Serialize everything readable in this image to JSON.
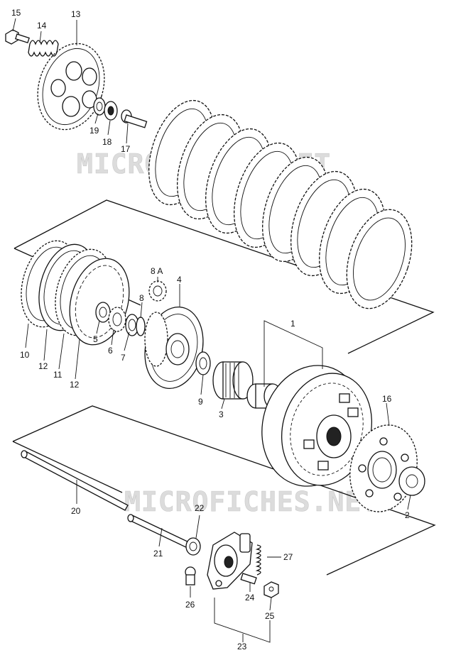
{
  "watermark": "MICROFICHES.NET",
  "labels": {
    "p1": "1",
    "p2": "2",
    "p3": "3",
    "p4": "4",
    "p5": "5",
    "p6": "6",
    "p7": "7",
    "p8": "8",
    "p8a": "8 A",
    "p9": "9",
    "p10": "10",
    "p11": "11",
    "p12a": "12",
    "p12b": "12",
    "p13": "13",
    "p14": "14",
    "p15": "15",
    "p16": "16",
    "p17": "17",
    "p18": "18",
    "p19": "19",
    "p20": "20",
    "p21": "21",
    "p22": "22",
    "p23": "23",
    "p24": "24",
    "p25": "25",
    "p26": "26",
    "p27": "27"
  }
}
